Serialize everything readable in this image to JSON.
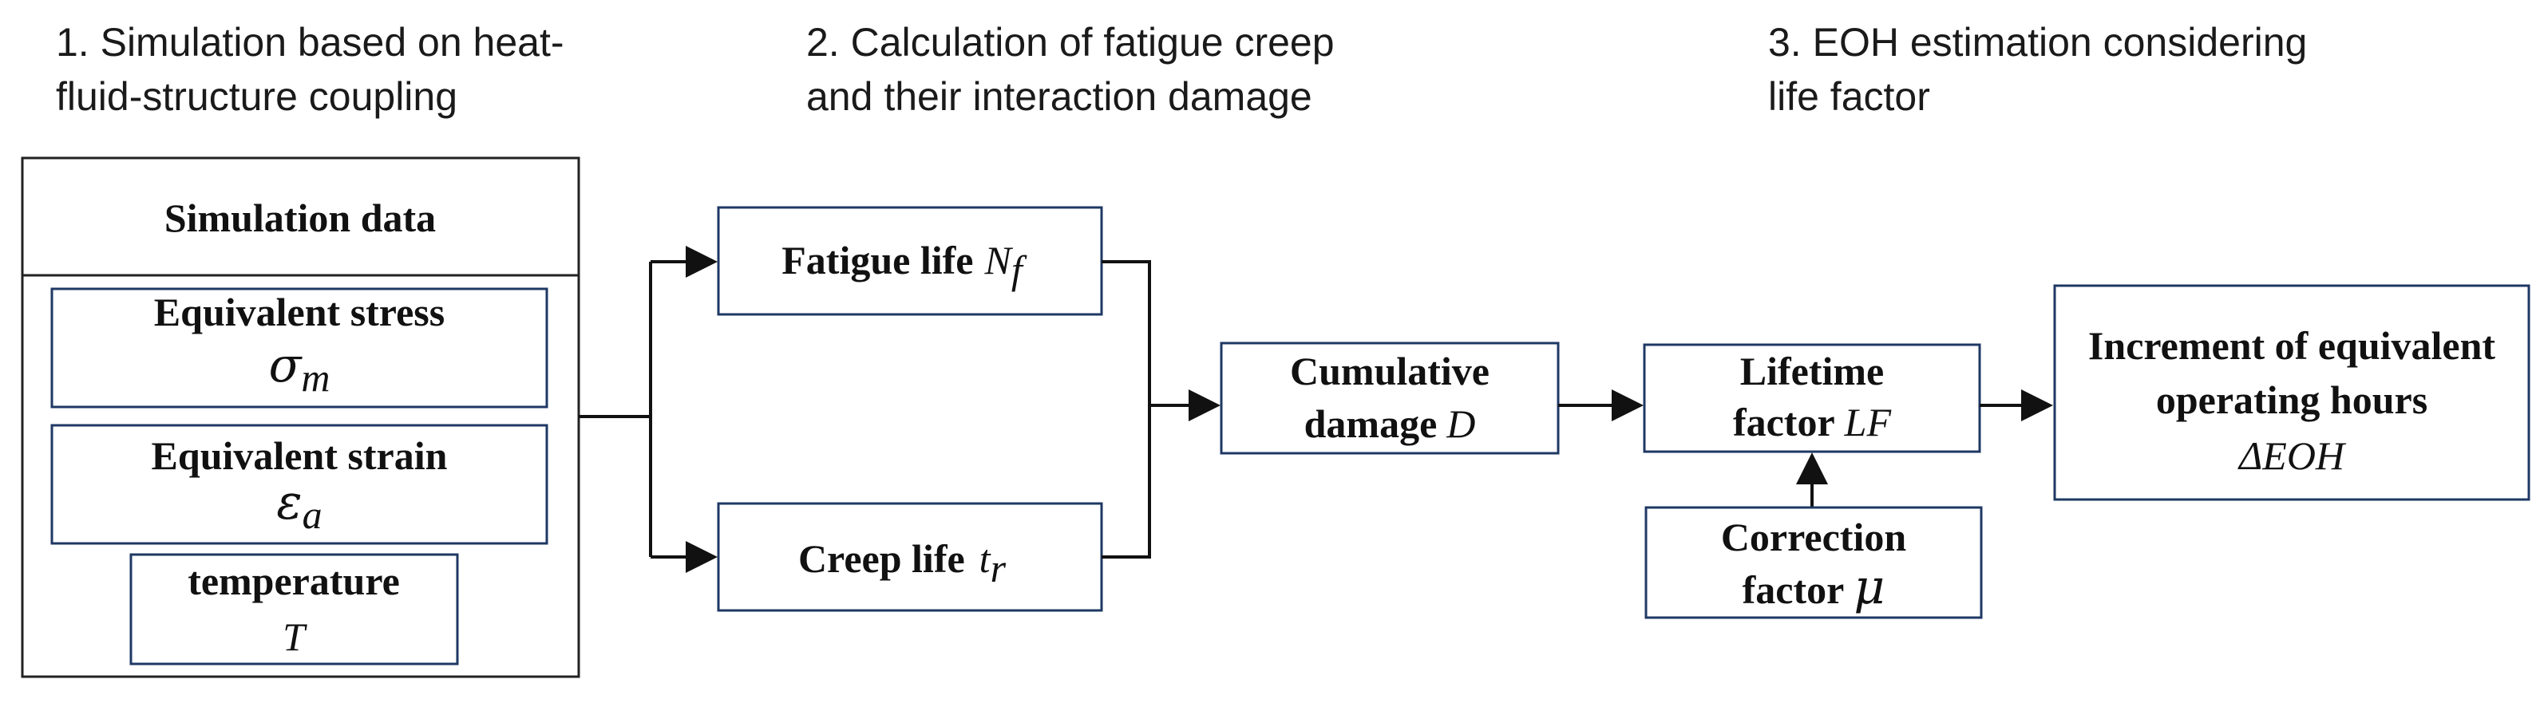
{
  "stages": [
    {
      "line1": "1. Simulation based on heat-",
      "line2": "fluid-structure coupling"
    },
    {
      "line1": "2. Calculation of fatigue creep",
      "line2": "and their interaction damage"
    },
    {
      "line1": "3. EOH estimation considering",
      "line2": "life factor"
    }
  ],
  "simulation": {
    "title": "Simulation data",
    "stress_label": "Equivalent stress",
    "stress_symbol": "σ",
    "stress_sub": "m",
    "strain_label": "Equivalent strain",
    "strain_symbol": "ε",
    "strain_sub": "a",
    "temp_label": "temperature",
    "temp_symbol": "T"
  },
  "fatigue": {
    "label": "Fatigue life",
    "symbol": "N",
    "sub": "f"
  },
  "creep": {
    "label": "Creep life",
    "symbol": "t",
    "sub": "r"
  },
  "damage": {
    "line1": "Cumulative",
    "line2_prefix": "damage",
    "symbol": "D"
  },
  "lifetime": {
    "line1": "Lifetime",
    "line2_prefix": "factor",
    "symbol": "LF"
  },
  "correction": {
    "line1": "Correction",
    "line2_prefix": "factor",
    "symbol": "μ"
  },
  "increment": {
    "line1": "Increment of equivalent",
    "line2": "operating hours",
    "symbol": "ΔEOH"
  }
}
